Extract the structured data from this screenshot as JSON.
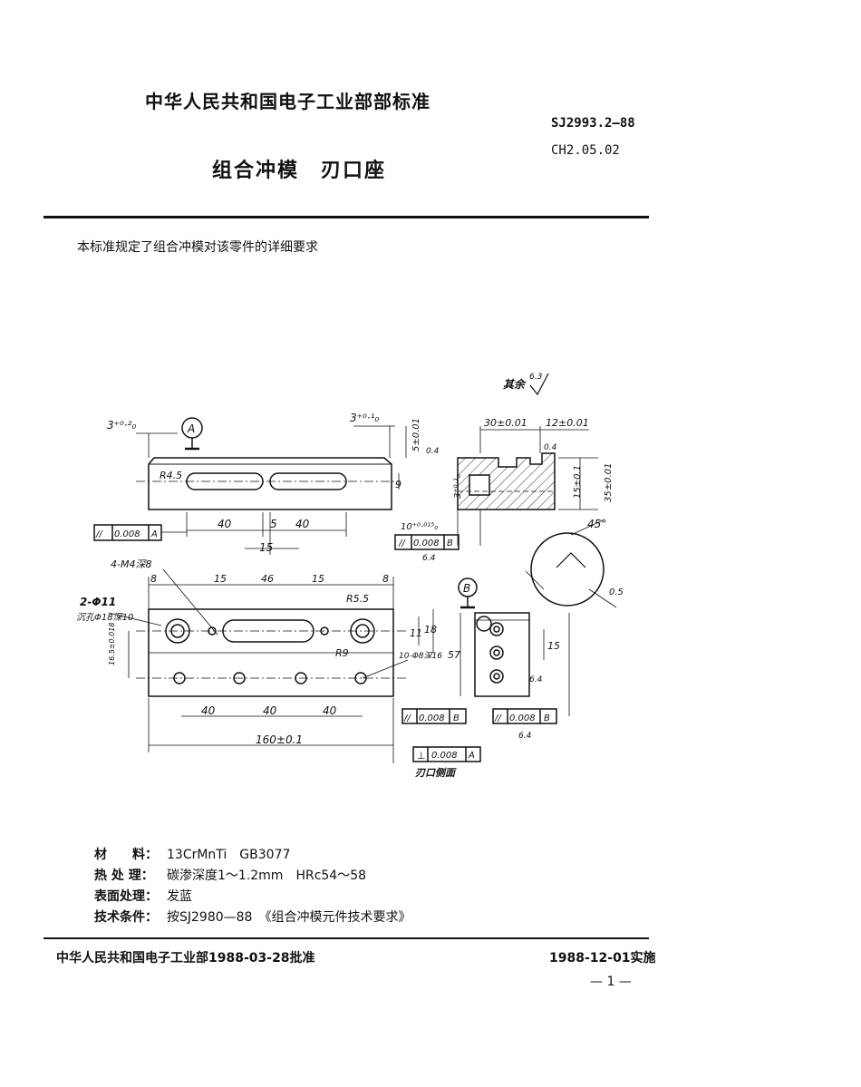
{
  "header": {
    "organization": "中华人民共和国电子工业部部标准",
    "standard_code": "SJ2993.2—88",
    "classification_code": "CH2.05.02",
    "title": "组合冲模　刃口座"
  },
  "intro": "本标准规定了组合冲模对该零件的详细要求",
  "drawing": {
    "surface_note": "其余",
    "surface_roughness": "6.3",
    "datum_a": "A",
    "datum_b": "B",
    "top_view": {
      "tol_left": "3⁺⁰·²₀",
      "tol_top": "3⁺⁰·¹₀",
      "dim_5": "5±0.01",
      "rough_04": "0.4",
      "radius": "R4.5",
      "dim_9": "9",
      "dim_40a": "40",
      "dim_5b": "5",
      "dim_40b": "40",
      "dim_15": "15",
      "parallel_a": "0.008",
      "parallel_a_ref": "A"
    },
    "side_view": {
      "dim_30": "30±0.01",
      "dim_12": "12±0.01",
      "dim_3": "3⁺⁰·¹₀",
      "dim_15": "15±0.1",
      "dim_35": "35±0.01",
      "dim_10": "10⁺⁰·⁰¹⁵₀",
      "parallel_b": "0.008",
      "parallel_b_ref": "B",
      "rough_a": "6.4",
      "rough_b": "0.4",
      "angle": "45°",
      "dim_05": "0.5"
    },
    "plan_view": {
      "threads": "4-M4深8",
      "holes": "2-Φ11",
      "counterbore": "沉孔Φ18深10",
      "dim_8a": "8",
      "dim_15a": "15",
      "dim_46": "46",
      "dim_15b": "15",
      "dim_8b": "8",
      "radius_55": "R5.5",
      "radius_9": "R9",
      "dim_11": "11",
      "dim_18": "18",
      "dim_10_holes": "10-Φ8深16",
      "dim_left": "16.5±0.018",
      "dim_40a": "40",
      "dim_40b": "40",
      "dim_40c": "40",
      "dim_160": "160±0.1",
      "perp": "0.008",
      "perp_ref": "A",
      "edge_note": "刃口侧面"
    },
    "end_view": {
      "dim_57": "57",
      "dim_15": "15",
      "rough": "6.4",
      "parallel_1": "0.008",
      "parallel_1_ref": "B",
      "parallel_2": "0.008",
      "parallel_2_ref": "B",
      "rough_2": "6.4"
    }
  },
  "specs": [
    {
      "key": "材　　料：",
      "value": "13CrMnTi　GB3077"
    },
    {
      "key": "热 处 理：",
      "value": "碳渗深度1～1.2mm　HRc54～58"
    },
    {
      "key": "表面处理：",
      "value": "发蓝"
    },
    {
      "key": "技术条件：",
      "value": "按SJ2980—88　《组合冲模元件技术要求》"
    }
  ],
  "footer": {
    "approval": "中华人民共和国电子工业部1988-03-28批准",
    "implementation": "1988-12-01实施",
    "page_number": "— 1 —"
  }
}
